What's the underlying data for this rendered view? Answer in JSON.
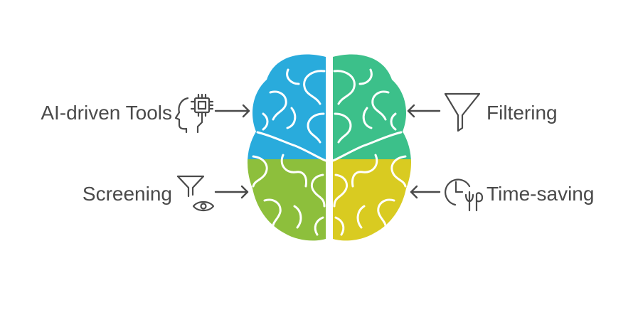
{
  "labels": {
    "ai_tools": "AI-driven Tools",
    "screening": "Screening",
    "filtering": "Filtering",
    "time_saving": "Time-saving"
  },
  "icons": {
    "ai_tools": "head-chip-icon",
    "screening": "funnel-eye-icon",
    "filtering": "funnel-icon",
    "time_saving": "clock-chart-icon"
  },
  "colors": {
    "top_left": "#29abdc",
    "top_right": "#3cc08a",
    "bottom_left": "#8dbf3c",
    "bottom_right": "#d9cb21",
    "text": "#4a4a4a"
  }
}
